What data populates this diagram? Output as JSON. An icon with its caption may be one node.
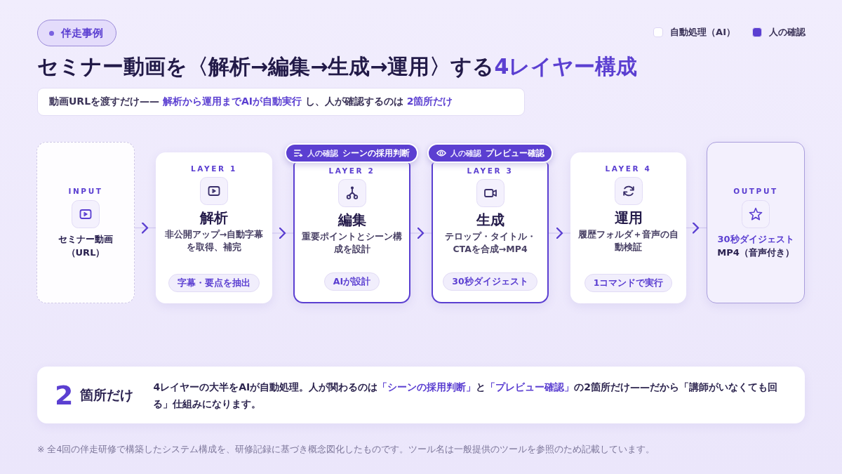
{
  "diagram": {
    "title": "セミナー動画を〈解析→編集→生成→運用〉する**4レイヤー構成**",
    "nodes": [
      {
        "text": [
          "伴走事例"
        ]
      },
      {
        "text": [
          "動画URLを渡すだけ—— **解析から運用までAIが自動実行** し、人が確認するのは **2箇所だけ**"
        ]
      },
      {
        "text": [
          "INPUT",
          "セミナー動画（URL）"
        ]
      },
      {
        "text": [
          "LAYER 1",
          "解析",
          "非公開アップ→自動字幕を取得、補完"
        ]
      },
      {
        "text": [
          "字幕・要点を抽出"
        ],
        "in": 3
      },
      {
        "text": [
          "人の確認",
          "シーンの採用判断"
        ]
      },
      {
        "text": [
          "LAYER 2",
          "編集",
          "重要ポイントとシーン構成を設計"
        ]
      },
      {
        "text": [
          "AIが設計"
        ],
        "in": 6
      },
      {
        "text": [
          "人の確認",
          "プレビュー確認"
        ]
      },
      {
        "text": [
          "LAYER 3",
          "生成",
          "テロップ・タイトル・CTAを合成→MP4"
        ]
      },
      {
        "text": [
          "30秒ダイジェスト"
        ],
        "in": 9
      },
      {
        "text": [
          "LAYER 4",
          "運用",
          "履歴フォルダ＋音声の自動検証"
        ]
      },
      {
        "text": [
          "1コマンドで実行"
        ],
        "in": 11
      },
      {
        "text": [
          "OUTPUT",
          "30秒ダイジェスト",
          "MP4（音声付き）"
        ]
      },
      {
        "text": [
          "2",
          "箇所だけ",
          "4レイヤーの大半をAIが自動処理。人が関わるのは**「シーンの採用判断」**と**「プレビュー確認」**の2箇所だけ——だから「講師がいなくても回る」仕組みになります。"
        ]
      }
    ],
    "edges": [
      {
        "from": 2,
        "to": 3,
        "arrow": "to"
      },
      {
        "from": 3,
        "to": 6,
        "arrow": "to"
      },
      {
        "from": 6,
        "to": 9,
        "arrow": "to"
      },
      {
        "from": 9,
        "to": 11,
        "arrow": "to"
      },
      {
        "from": 11,
        "to": 13,
        "arrow": "to"
      }
    ],
    "labels": [
      "※ 全4回の伴走研修で構築したシステム構成を、研修記録に基づき概念図化したものです。ツール名は一般提供のツールを参照のため記載しています。"
    ],
    "legend": [
      {
        "text": "自動処理（AI）",
        "color": "#ffffff"
      },
      {
        "text": "人の確認",
        "color": "#5b3fd1"
      }
    ]
  }
}
